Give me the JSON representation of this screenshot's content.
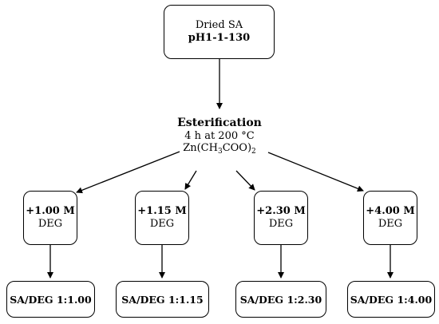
{
  "start": {
    "line1": "Dried SA",
    "line2": "pH1-1-130"
  },
  "process": {
    "title": "Esterification",
    "conditions": "4 h at 200 °C",
    "catalyst_prefix": "Zn(CH",
    "catalyst_sub1": "3",
    "catalyst_mid": "COO)",
    "catalyst_sub2": "2"
  },
  "branches": [
    {
      "amount": "+1.00 M",
      "reagent": "DEG",
      "result": "SA/DEG 1:1.00"
    },
    {
      "amount": "+1.15 M",
      "reagent": "DEG",
      "result": "SA/DEG 1:1.15"
    },
    {
      "amount": "+2.30 M",
      "reagent": "DEG",
      "result": "SA/DEG 1:2.30"
    },
    {
      "amount": "+4.00 M",
      "reagent": "DEG",
      "result": "SA/DEG 1:4.00"
    }
  ],
  "colors": {
    "stroke": "#000000",
    "background": "#ffffff"
  }
}
